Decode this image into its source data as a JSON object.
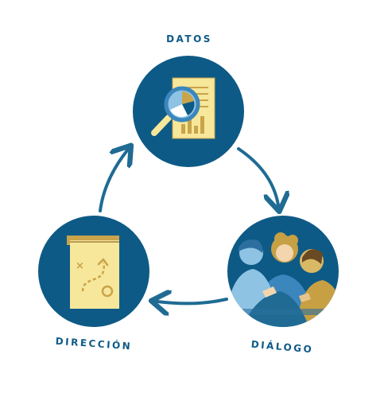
{
  "labels": {
    "top": "DATOS",
    "bottom_right": "DIÁLOGO",
    "bottom_left": "DIRECCIÓN"
  },
  "icons": {
    "top": "report-magnifier-icon",
    "bottom_right": "people-group-icon",
    "bottom_left": "strategy-book-icon"
  },
  "colors": {
    "circle": "#0e5a86",
    "arrow": "#1f6b93",
    "label": "#0e5a86",
    "paper": "#f7e79a",
    "paper_dark": "#c9a44a",
    "accent_light": "#8fc3e3",
    "accent_mid": "#3b86bd",
    "people_gold": "#c7a044"
  }
}
